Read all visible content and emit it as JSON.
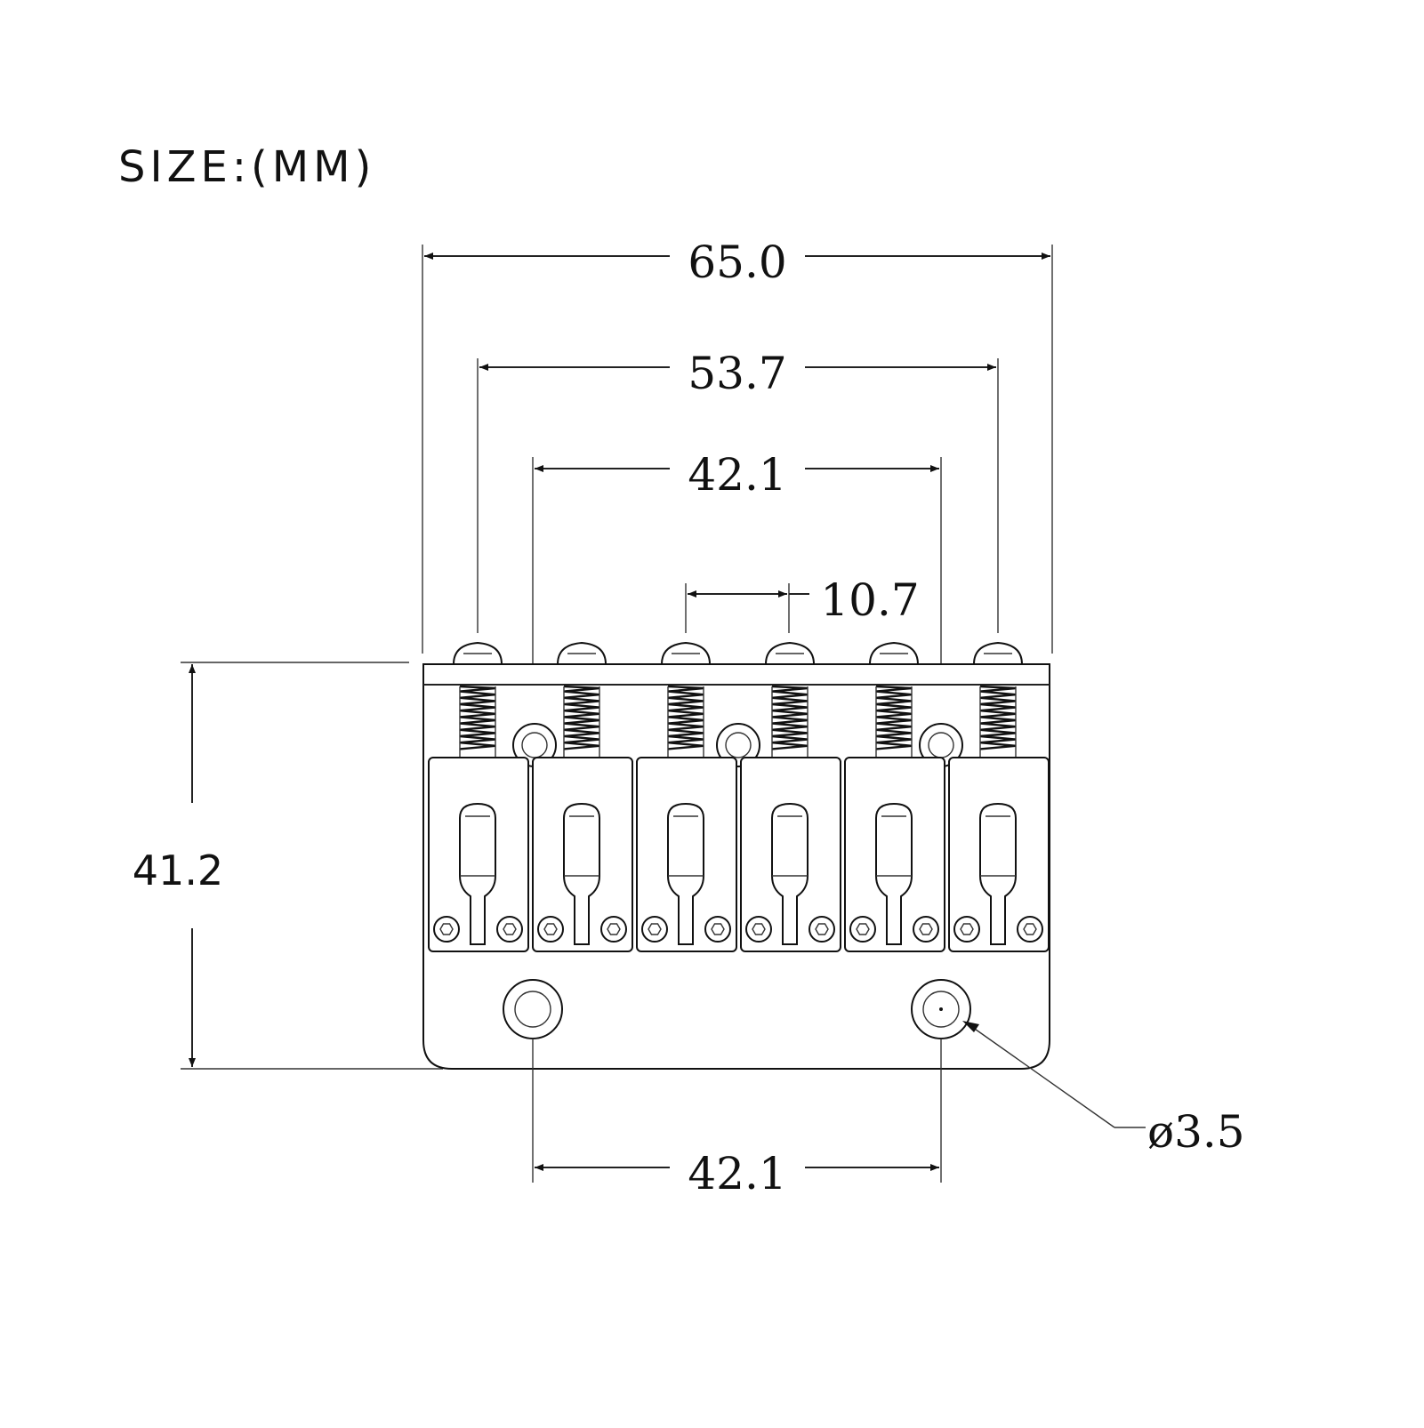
{
  "title": "SIZE:(MM)",
  "dimensions": {
    "overall_width": "65.0",
    "outer_saddle_span": "53.7",
    "inner_hole_span": "42.1",
    "saddle_spacing": "10.7",
    "plate_height": "41.2",
    "mount_hole_diameter": "ø3.5",
    "mount_hole_span": "42.1"
  },
  "saddle_count": 6
}
